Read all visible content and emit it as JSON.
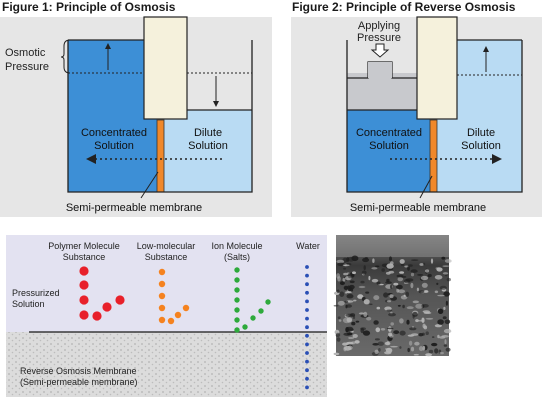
{
  "figure1": {
    "title": "Figure 1: Principle of Osmosis",
    "osmotic_pressure_line1": "Osmotic",
    "osmotic_pressure_line2": "Pressure",
    "concentrated_line1": "Concentrated",
    "concentrated_line2": "Solution",
    "dilute_line1": "Dilute",
    "dilute_line2": "Solution",
    "membrane_label": "Semi-permeable membrane"
  },
  "figure2": {
    "title": "Figure 2: Principle of Reverse Osmosis",
    "applying_line1": "Applying",
    "applying_line2": "Pressure",
    "concentrated_line1": "Concentrated",
    "concentrated_line2": "Solution",
    "dilute_line1": "Dilute",
    "dilute_line2": "Solution",
    "membrane_label": "Semi-permeable membrane"
  },
  "figure3": {
    "columns": [
      {
        "line1": "Polymer Molecule",
        "line2": "Substance",
        "color": "#e8202a"
      },
      {
        "line1": "Low-molecular",
        "line2": "Substance",
        "color": "#f5821f"
      },
      {
        "line1": "Ion Molecule",
        "line2": "(Salts)",
        "color": "#2eaa3c"
      },
      {
        "line1": "Water",
        "line2": "",
        "color": "#2a4fb5"
      }
    ],
    "pressurized_line1": "Pressurized",
    "pressurized_line2": "Solution",
    "ro_membrane_line1": "Reverse Osmosis Membrane",
    "ro_membrane_line2": "(Semi-permeable membrane)"
  },
  "colors": {
    "concentrated_blue": "#3d8fd6",
    "dilute_blue": "#b9dbf3",
    "membrane_orange": "#f0882a",
    "piston_tan": "#f5f1dc",
    "panel_bg": "#e6e6e6",
    "purple_bg": "#e3e2f1"
  }
}
